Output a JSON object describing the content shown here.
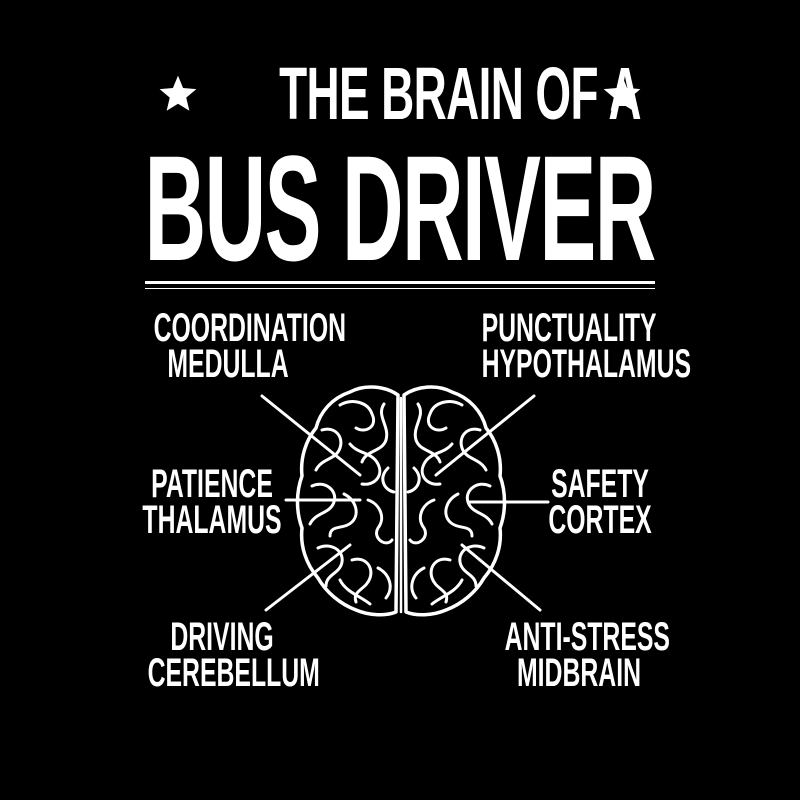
{
  "header": {
    "line1": "THE BRAIN OF A",
    "line2": "BUS DRIVER"
  },
  "labels": {
    "coordination": {
      "line1": "COORDINATION",
      "line2": "MEDULLA"
    },
    "punctuality": {
      "line1": "PUNCTUALITY",
      "line2": "HYPOTHALAMUS"
    },
    "patience": {
      "line1": "PATIENCE",
      "line2": "THALAMUS"
    },
    "safety": {
      "line1": "SAFETY",
      "line2": "CORTEX"
    },
    "driving": {
      "line1": "DRIVING",
      "line2": "CEREBELLUM"
    },
    "antistress": {
      "line1": "ANTI-STRESS",
      "line2": "MIDBRAIN"
    }
  },
  "colors": {
    "background": "#000000",
    "foreground": "#ffffff"
  },
  "icons": [
    "star-icon",
    "brain-icon"
  ]
}
